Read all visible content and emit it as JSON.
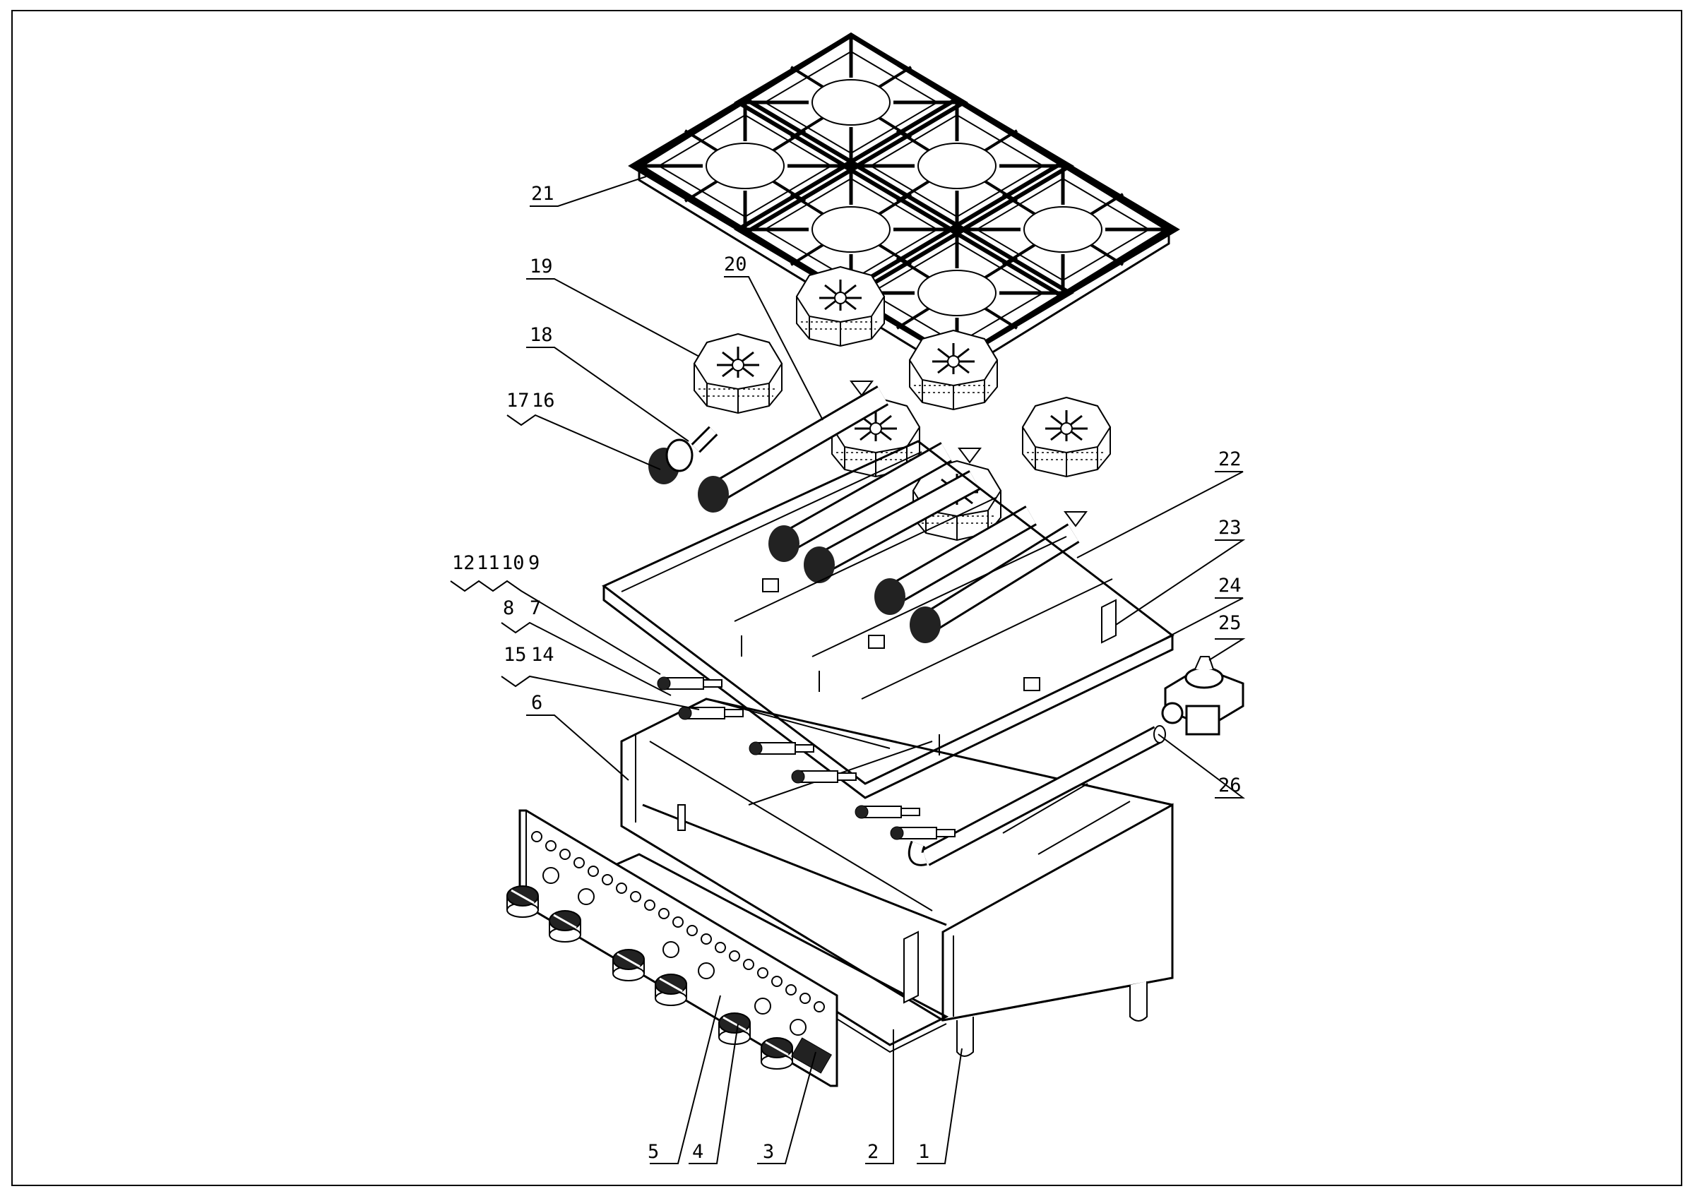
{
  "diagram": {
    "labels": {
      "n1": "1",
      "n2": "2",
      "n3": "3",
      "n4": "4",
      "n5": "5",
      "n6": "6",
      "n7": "7",
      "n8": "8",
      "n9": "9",
      "n10": "10",
      "n11": "11",
      "n12": "12",
      "n14": "14",
      "n15": "15",
      "n16": "16",
      "n17": "17",
      "n18": "18",
      "n19": "19",
      "n20": "20",
      "n21": "21",
      "n22": "22",
      "n23": "23",
      "n24": "24",
      "n25": "25",
      "n26": "26"
    },
    "colors": {
      "line": "#000000",
      "background": "#ffffff"
    }
  }
}
